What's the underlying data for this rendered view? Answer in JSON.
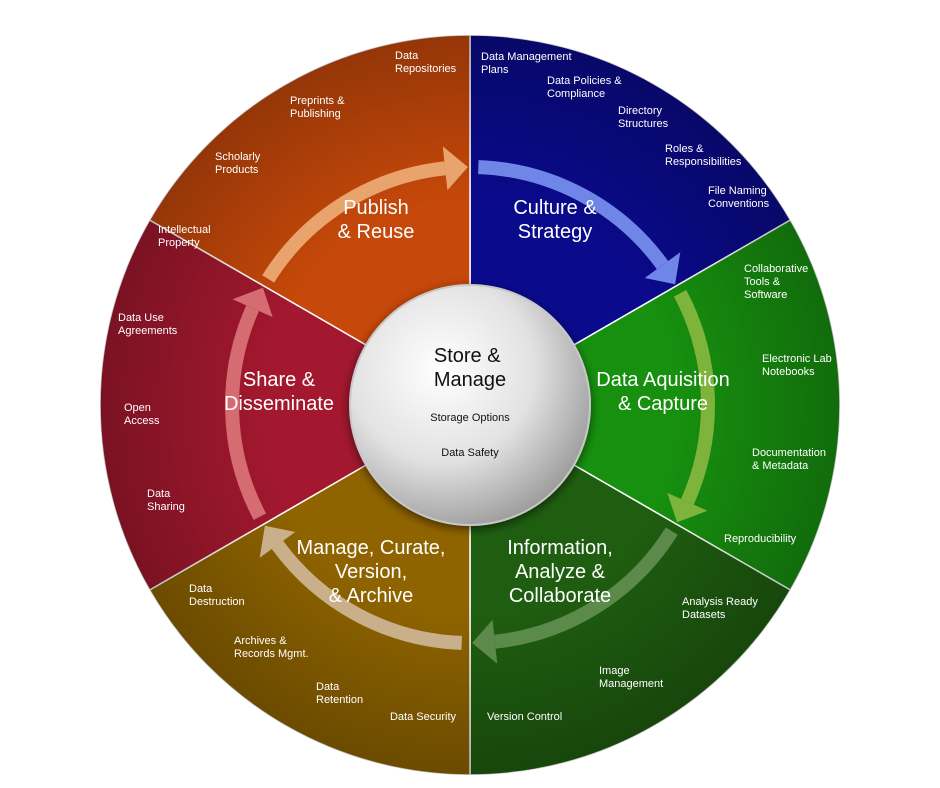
{
  "center": {
    "title": [
      "Store &",
      "Manage"
    ],
    "items": [
      "Storage Options",
      "Data Safety"
    ]
  },
  "segments": [
    {
      "id": "culture-strategy",
      "color": "#0a0a8c",
      "title": [
        "Culture &",
        "Strategy"
      ],
      "items": [
        [
          "Data Management",
          "Plans"
        ],
        [
          "Data Policies &",
          "Compliance"
        ],
        [
          "Directory",
          "Structures"
        ],
        [
          "Roles &",
          "Responsibilities"
        ],
        [
          "File Naming",
          "Conventions"
        ]
      ]
    },
    {
      "id": "data-acquisition",
      "color": "#17900f",
      "title": [
        "Data Aquisition",
        "& Capture"
      ],
      "items": [
        [
          "Collaborative",
          "Tools &",
          "Software"
        ],
        [
          "Electronic Lab",
          "Notebooks"
        ],
        [
          "Documentation",
          "& Metadata"
        ],
        [
          "Reproducibility"
        ]
      ]
    },
    {
      "id": "information-analyze",
      "color": "#1f5e10",
      "title": [
        "Information,",
        "Analyze &",
        "Collaborate"
      ],
      "items": [
        [
          "Analysis Ready",
          "Datasets"
        ],
        [
          "Image",
          "Management"
        ],
        [
          "Version Control"
        ]
      ]
    },
    {
      "id": "manage-curate",
      "color": "#8f6400",
      "title": [
        "Manage, Curate,",
        "Version,",
        "& Archive"
      ],
      "items": [
        [
          "Data Security"
        ],
        [
          "Data",
          "Retention"
        ],
        [
          "Archives &",
          "Records Mgmt."
        ],
        [
          "Data",
          "Destruction"
        ]
      ]
    },
    {
      "id": "share-disseminate",
      "color": "#a3182e",
      "title": [
        "Share &",
        "Disseminate"
      ],
      "items": [
        [
          "Data",
          "Sharing"
        ],
        [
          "Open",
          "Access"
        ],
        [
          "Data Use",
          "Agreements"
        ],
        [
          "Intellectual",
          "Property"
        ]
      ]
    },
    {
      "id": "publish-reuse",
      "color": "#c6480a",
      "title": [
        "Publish",
        "& Reuse"
      ],
      "items": [
        [
          "Scholarly",
          "Products"
        ],
        [
          "Preprints &",
          "Publishing"
        ],
        [
          "Data",
          "Repositories"
        ]
      ]
    }
  ],
  "arrows": [
    {
      "from": "culture-strategy",
      "color": "#6f86e8"
    },
    {
      "from": "data-acquisition",
      "color": "#7fb43c"
    },
    {
      "from": "information-analyze",
      "color": "#5c8a4a"
    },
    {
      "from": "manage-curate",
      "color": "#c9b08a"
    },
    {
      "from": "share-disseminate",
      "color": "#d46c72"
    },
    {
      "from": "publish-reuse",
      "color": "#e8a46c"
    }
  ]
}
